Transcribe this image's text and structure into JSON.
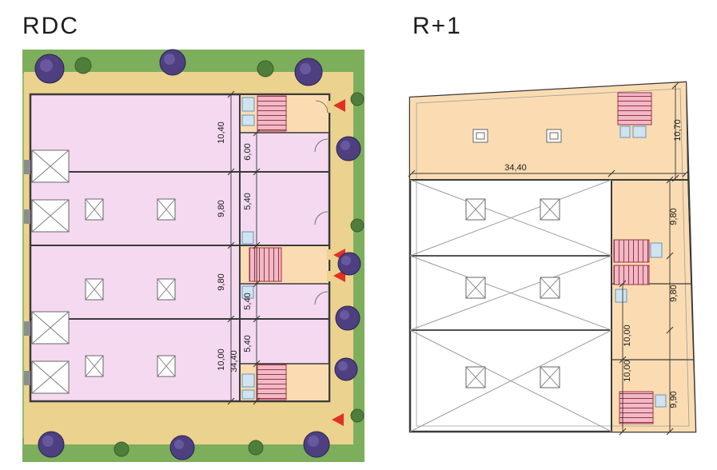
{
  "plans": {
    "rdc": {
      "title": "RDC",
      "row_dims": [
        "10,40",
        "9,80",
        "9,80",
        "10,00"
      ],
      "sub_dims": [
        "6,00",
        "5,40",
        "5,40",
        "5,40"
      ],
      "total_dim": "34,40"
    },
    "r1": {
      "title": "R+1",
      "top_dim": "10,70",
      "total_dim": "34,40",
      "right_dims": [
        "9,80",
        "9,80",
        "9,90"
      ],
      "strip_dims": [
        "10,00",
        "10,00"
      ]
    }
  },
  "colors": {
    "grass": "#94be70",
    "grass_dark": "#7dae5b",
    "path_tan": "#ecd28f",
    "floor_pink": "#f4d9f0",
    "floor_orange": "#fbdcb2",
    "wall": "#3a3a3a",
    "stair_fill": "#f0b9c6",
    "stair_line": "#9c3347",
    "fixture_fill": "#cfe3f0",
    "fixture_line": "#6d95b0",
    "tree": "#4e3f80",
    "tree_hi": "#7262a8",
    "bush": "#4e7d3c",
    "arrow_red": "#e03222",
    "dim_text": "#1a1a1a"
  }
}
